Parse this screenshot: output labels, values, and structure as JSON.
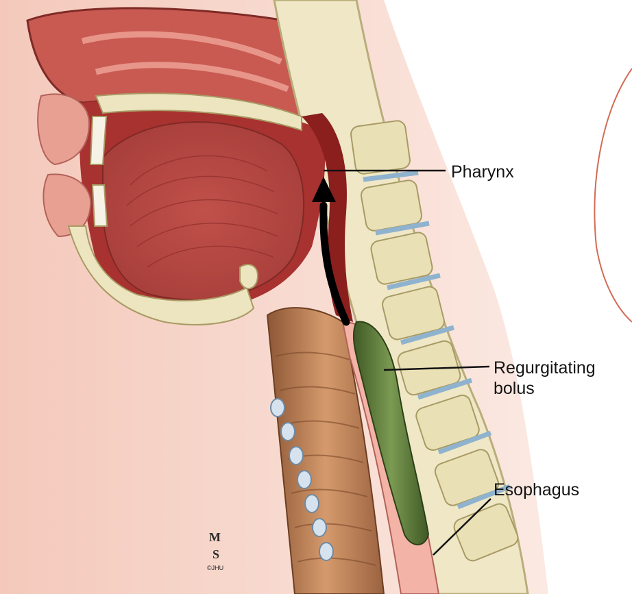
{
  "labels": {
    "pharynx": "Pharynx",
    "bolus_line1": "Regurgitating",
    "bolus_line2": "bolus",
    "esophagus": "Esophagus"
  },
  "signature": "MS ©JHU",
  "colors": {
    "tissue_dark": "#b3312f",
    "tissue_mid": "#d9605a",
    "tissue_light": "#f2b8a8",
    "skin": "#f7d8cc",
    "bone": "#ece6c2",
    "bone_edge": "#b9ad7a",
    "disc": "#bcd6e6",
    "trachea": "#c98a5e",
    "bolus": "#5d7a3a",
    "arrow": "#000000"
  }
}
